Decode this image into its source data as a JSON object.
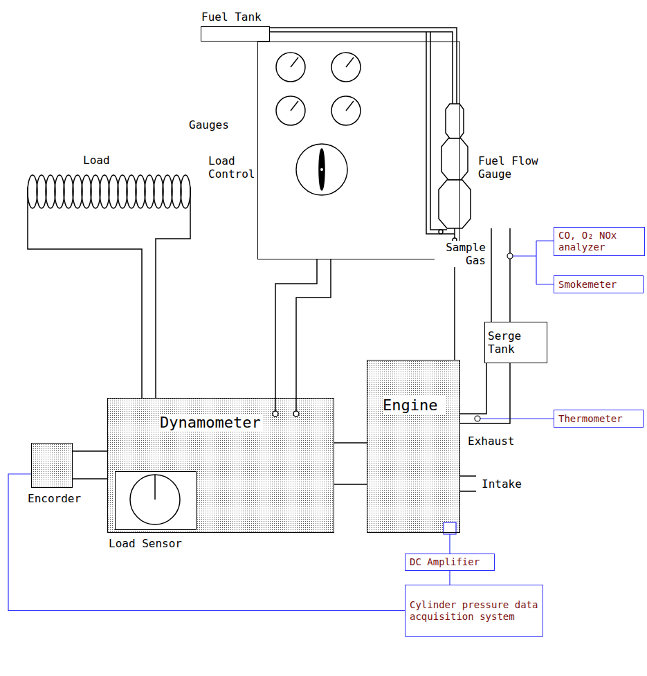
{
  "diagram": {
    "nodes": [
      {
        "text": [
          "Fuel Tank"
        ]
      },
      {
        "text": [
          "Gauges",
          "Load Control",
          "Fuel Flow Gauge"
        ]
      },
      {
        "text": [
          "Load"
        ]
      },
      {
        "text": [
          "CO, O₂ NOx analyzer"
        ]
      },
      {
        "text": [
          "Smokemeter"
        ]
      },
      {
        "text": [
          "Serge Tank"
        ]
      },
      {
        "text": [
          "Dynamometer"
        ]
      },
      {
        "text": [
          "Load Sensor"
        ],
        "in": 6
      },
      {
        "text": [
          "Engine"
        ]
      },
      {
        "text": [
          "Thermometer"
        ]
      },
      {
        "text": [
          "Encorder"
        ]
      },
      {
        "text": [
          "DC Amplifier"
        ]
      },
      {
        "text": [
          "Cylinder pressure data acquisition system"
        ]
      }
    ],
    "edges": [
      {
        "from": 2,
        "to": 6,
        "arrow": "none"
      },
      {
        "from": 1,
        "to": 6,
        "arrow": "none"
      },
      {
        "from": 1,
        "to": 8,
        "arrow": "none"
      },
      {
        "from": 10,
        "to": 6,
        "arrow": "none"
      },
      {
        "from": 6,
        "to": 8,
        "arrow": "none"
      },
      {
        "from": 8,
        "to": 5,
        "arrow": "none"
      },
      {
        "from": 8,
        "to": 11,
        "arrow": "none"
      },
      {
        "from": 11,
        "to": 12,
        "arrow": "none"
      },
      {
        "from": 10,
        "to": 12,
        "arrow": "none"
      }
    ],
    "labels": [
      "Sample Gas",
      "Exhaust",
      "Intake"
    ]
  }
}
